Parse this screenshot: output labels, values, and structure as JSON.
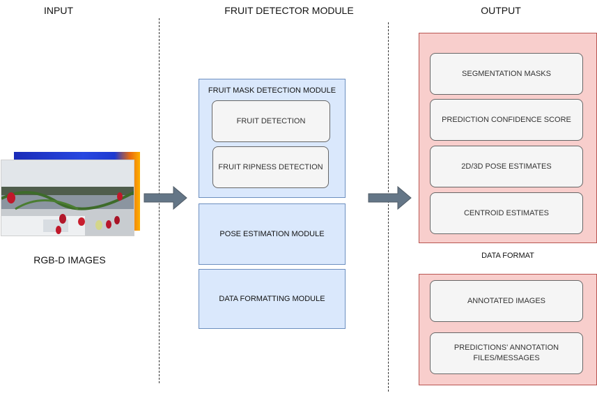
{
  "columns": {
    "input": "INPUT",
    "detector": "FRUIT DETECTOR MODULE",
    "output": "OUTPUT"
  },
  "input": {
    "image_caption": "RGB-D IMAGES",
    "image_icon": "strawberry-greenhouse-photo"
  },
  "detector": {
    "mask_module": {
      "title": "FRUIT MASK DETECTION MODULE",
      "items": [
        "FRUIT DETECTION",
        "FRUIT RIPNESS DETECTION"
      ]
    },
    "pose_module": "POSE ESTIMATION MODULE",
    "format_module": "DATA FORMATTING MODULE"
  },
  "output": {
    "results": [
      "SEGMENTATION MASKS",
      "PREDICTION CONFIDENCE SCORE",
      "2D/3D POSE ESTIMATES",
      "CENTROID ESTIMATES"
    ],
    "data_format_label": "DATA FORMAT",
    "formats": [
      "ANNOTATED IMAGES",
      "PREDICTIONS' ANNOTATION FILES/MESSAGES"
    ]
  },
  "colors": {
    "module_fill": "#dae8fc",
    "module_stroke": "#6c8ebf",
    "output_fill": "#f8cecc",
    "output_stroke": "#b85450",
    "arrow_fill": "#647687"
  }
}
